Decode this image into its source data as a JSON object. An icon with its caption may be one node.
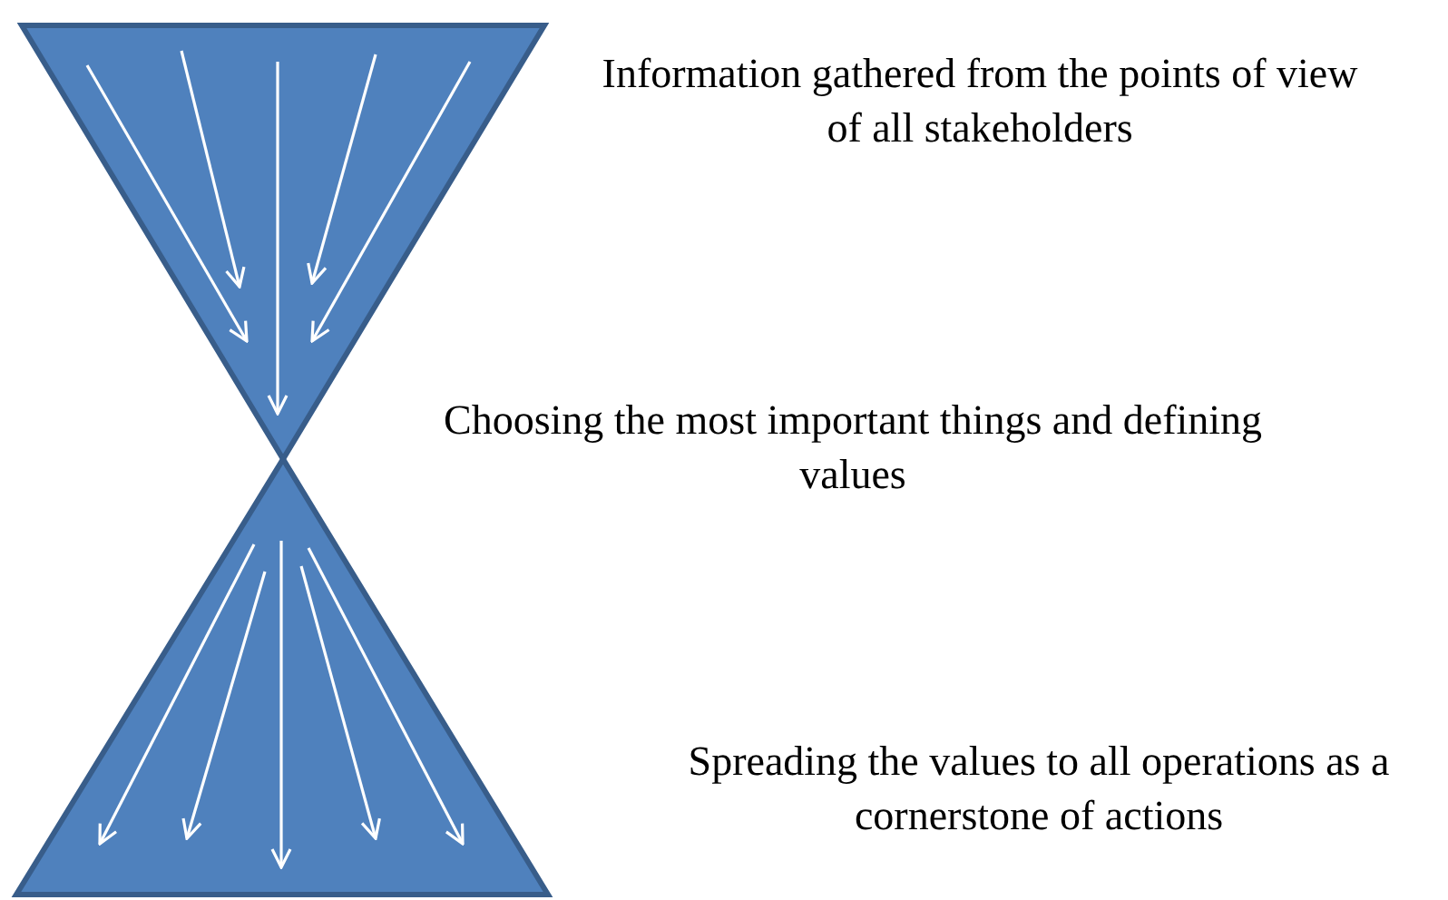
{
  "diagram": {
    "labels": [
      "Information gathered from the points of view of all stakeholders",
      "Choosing the most important things and defining values",
      "Spreading the values to all operations as a cornerstone of actions"
    ]
  }
}
